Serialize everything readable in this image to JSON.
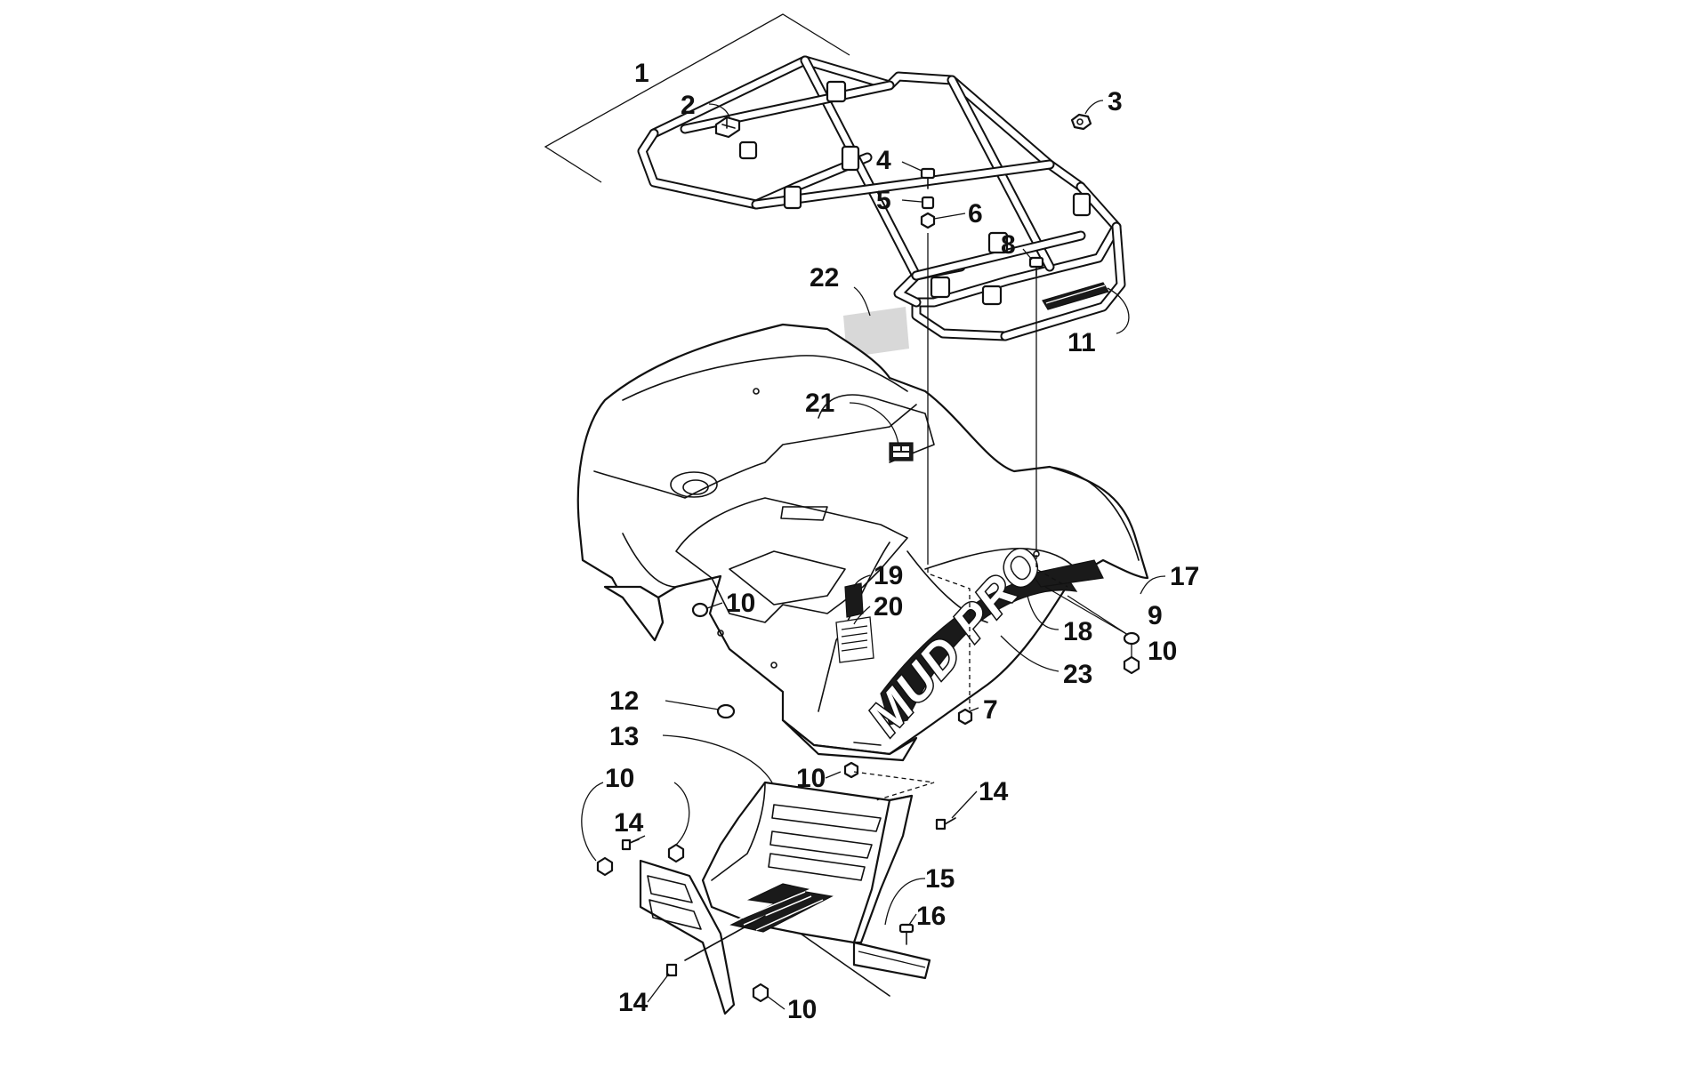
{
  "callouts": [
    {
      "id": "1",
      "label": "1"
    },
    {
      "id": "2",
      "label": "2"
    },
    {
      "id": "3",
      "label": "3"
    },
    {
      "id": "4",
      "label": "4"
    },
    {
      "id": "5",
      "label": "5"
    },
    {
      "id": "6",
      "label": "6"
    },
    {
      "id": "7",
      "label": "7"
    },
    {
      "id": "8",
      "label": "8"
    },
    {
      "id": "9",
      "label": "9"
    },
    {
      "id": "10a",
      "label": "10"
    },
    {
      "id": "10b",
      "label": "10"
    },
    {
      "id": "10c",
      "label": "10"
    },
    {
      "id": "10d",
      "label": "10"
    },
    {
      "id": "10e",
      "label": "10"
    },
    {
      "id": "11",
      "label": "11"
    },
    {
      "id": "12",
      "label": "12"
    },
    {
      "id": "13",
      "label": "13"
    },
    {
      "id": "14a",
      "label": "14"
    },
    {
      "id": "14b",
      "label": "14"
    },
    {
      "id": "14c",
      "label": "14"
    },
    {
      "id": "15",
      "label": "15"
    },
    {
      "id": "16",
      "label": "16"
    },
    {
      "id": "17",
      "label": "17"
    },
    {
      "id": "18",
      "label": "18"
    },
    {
      "id": "19",
      "label": "19"
    },
    {
      "id": "20",
      "label": "20"
    },
    {
      "id": "21",
      "label": "21"
    },
    {
      "id": "22",
      "label": "22"
    },
    {
      "id": "23",
      "label": "23"
    }
  ],
  "decal_text": "MUD PRO"
}
